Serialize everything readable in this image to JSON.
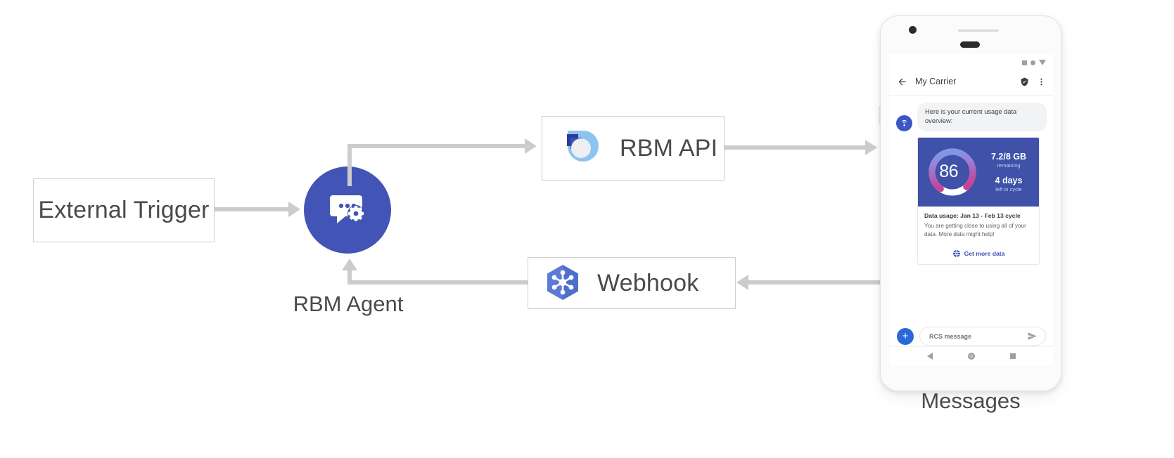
{
  "diagram": {
    "nodes": {
      "external_trigger": {
        "label": "External Trigger"
      },
      "rbm_agent": {
        "caption": "RBM Agent",
        "icon": "chat-gear-icon",
        "color": "#4254b5"
      },
      "rbm_api": {
        "label": "RBM API",
        "icon": "rbm-droplet-icon"
      },
      "webhook": {
        "label": "Webhook",
        "icon": "webhook-hexagon-nodes-icon"
      },
      "device": {
        "caption": "Messages"
      }
    }
  },
  "phone": {
    "status_bar": {
      "icons": [
        "square-icon",
        "circle-icon",
        "triangle-down-icon"
      ]
    },
    "app_bar": {
      "back_icon": "back-arrow-icon",
      "title": "My Carrier",
      "verified_icon": "verified-shield-icon",
      "overflow_icon": "more-vert-icon"
    },
    "conversation": {
      "avatar_icon": "rcs-agent-icon",
      "message": "Here is your current usage data overview:"
    },
    "rich_card": {
      "gauge": {
        "percent_value": "86",
        "percent_symbol": "%",
        "percent_number": 86
      },
      "stats": [
        {
          "main": "7.2/8 GB",
          "sub": "remaining"
        },
        {
          "main": "4 days",
          "sub": "left in cycle"
        }
      ],
      "title": "Data usage: Jan 13 - Feb 13 cycle",
      "description": "You are getting close to using all of your data. More data might help!",
      "action": {
        "icon": "globe-icon",
        "label": "Get more data",
        "color": "#3f51b5"
      }
    },
    "composer": {
      "attach_icon": "plus-icon",
      "placeholder": "RCS message",
      "send_icon": "send-icon"
    },
    "nav_bar": {
      "back": "back-triangle-icon",
      "home": "home-circle-icon",
      "recents": "recents-square-icon"
    }
  }
}
